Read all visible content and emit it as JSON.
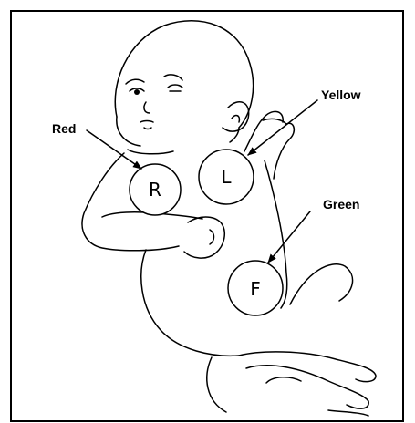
{
  "electrodes": [
    {
      "letter": "R",
      "callout": "Red"
    },
    {
      "letter": "L",
      "callout": "Yellow"
    },
    {
      "letter": "F",
      "callout": "Green"
    }
  ]
}
